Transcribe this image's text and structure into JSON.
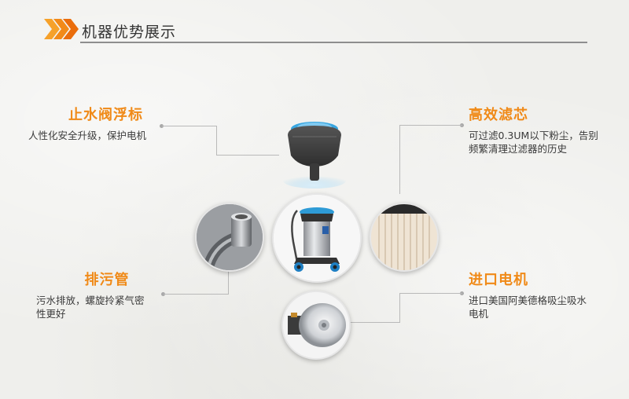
{
  "header": {
    "title": "机器优势展示"
  },
  "features": {
    "float_valve": {
      "title": "止水阀浮标",
      "desc": "人性化安全升级，保护电机"
    },
    "filter": {
      "title": "高效滤芯",
      "desc": "可过滤0.3UM以下粉尘，告别频繁清理过滤器的历史"
    },
    "hose": {
      "title": "排污管",
      "desc": "污水排放，螺旋拎紧气密性更好"
    },
    "motor": {
      "title": "进口电机",
      "desc": "进口美国阿美德格吸尘吸水电机"
    }
  },
  "colors": {
    "accent": "#f08a18",
    "title_text": "#333333",
    "rule": "#8e8e8e"
  }
}
